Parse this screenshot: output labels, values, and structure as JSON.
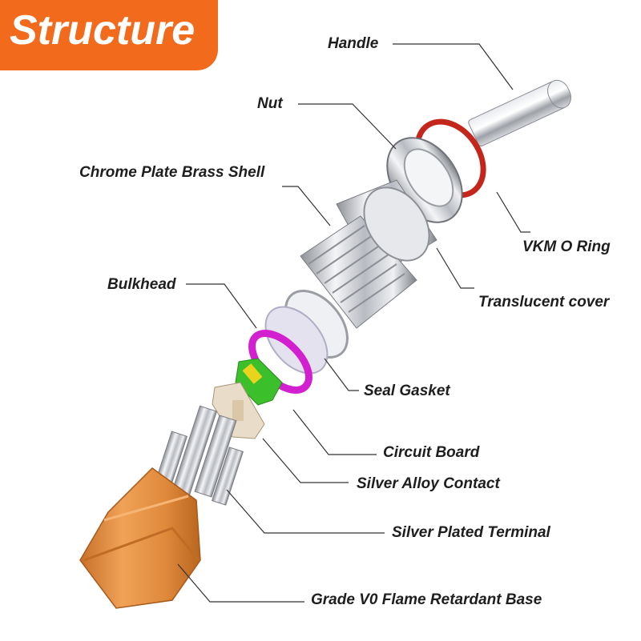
{
  "header": {
    "title": "Structure"
  },
  "labels": {
    "handle": "Handle",
    "nut": "Nut",
    "shell": "Chrome Plate Brass Shell",
    "o_ring": "VKM O Ring",
    "cover": "Translucent cover",
    "bulkhead": "Bulkhead",
    "gasket": "Seal Gasket",
    "circuit": "Circuit Board",
    "contact": "Silver Alloy Contact",
    "terminal": "Silver Plated Terminal",
    "base": "Grade V0 Flame Retardant Base"
  },
  "colors": {
    "banner": "#f26a1b",
    "o_ring": "#c4261b",
    "bulkhead": "#d21fd0",
    "circuit_board": "#3bbf2a",
    "base": "#e08a3c",
    "chrome": "#c9ccd1"
  }
}
